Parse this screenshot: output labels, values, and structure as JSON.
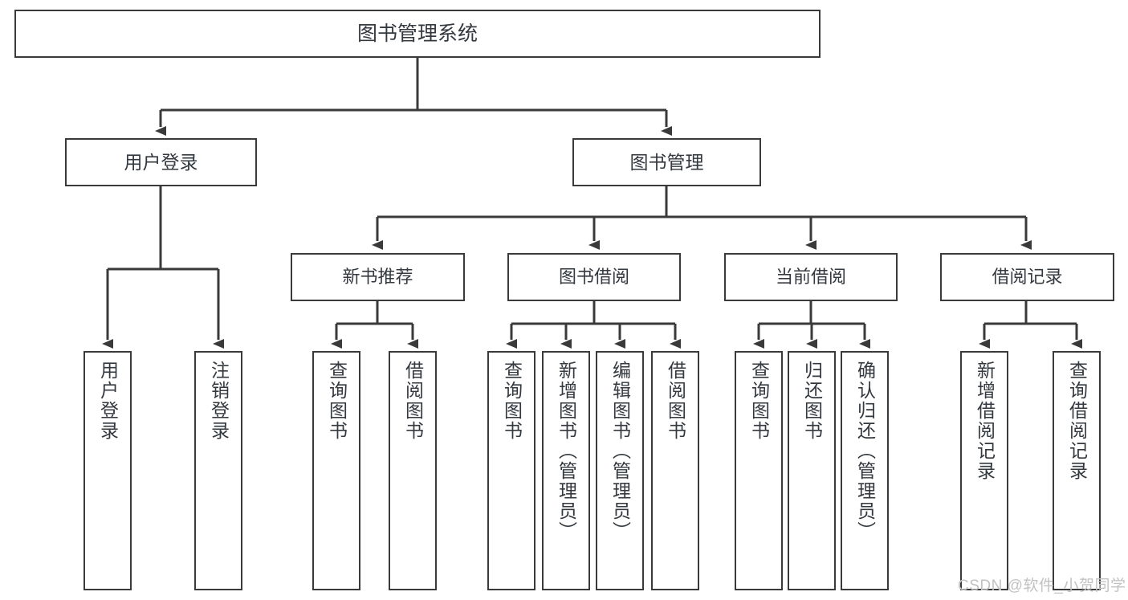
{
  "diagram": {
    "type": "tree-hierarchy-flowchart",
    "title": "图书管理系统",
    "style": {
      "background": "#ffffff",
      "line_color": "#3a3a3a",
      "box_border": "#3a3a3a",
      "box_fill": "#ffffff",
      "text_color": "#33393f",
      "watermark_color": "#c2c2c2"
    },
    "watermark": "CSDN @软件_小贺同学",
    "levels": {
      "root": {
        "label": "图书管理系统"
      },
      "level2": [
        {
          "id": "user-login",
          "label": "用户登录"
        },
        {
          "id": "book-manage",
          "label": "图书管理"
        }
      ],
      "level3": [
        {
          "id": "new-book-recommend",
          "label": "新书推荐",
          "parent": "book-manage"
        },
        {
          "id": "book-borrow",
          "label": "图书借阅",
          "parent": "book-manage"
        },
        {
          "id": "current-borrow",
          "label": "当前借阅",
          "parent": "book-manage"
        },
        {
          "id": "borrow-record",
          "label": "借阅记录",
          "parent": "book-manage"
        }
      ],
      "leaves": [
        {
          "id": "leaf-user-login",
          "label": "用户登录",
          "parent": "user-login"
        },
        {
          "id": "leaf-logout",
          "label": "注销登录",
          "parent": "user-login"
        },
        {
          "id": "leaf-query-book-1",
          "label": "查询图书",
          "parent": "new-book-recommend"
        },
        {
          "id": "leaf-borrow-book-1",
          "label": "借阅图书",
          "parent": "new-book-recommend"
        },
        {
          "id": "leaf-query-book-2",
          "label": "查询图书",
          "parent": "book-borrow"
        },
        {
          "id": "leaf-add-book",
          "label": "新增图书（管理员）",
          "parent": "book-borrow"
        },
        {
          "id": "leaf-edit-book",
          "label": "编辑图书（管理员）",
          "parent": "book-borrow"
        },
        {
          "id": "leaf-borrow-book-2",
          "label": "借阅图书",
          "parent": "book-borrow"
        },
        {
          "id": "leaf-query-book-3",
          "label": "查询图书",
          "parent": "current-borrow"
        },
        {
          "id": "leaf-return-book",
          "label": "归还图书",
          "parent": "current-borrow"
        },
        {
          "id": "leaf-confirm-return",
          "label": "确认归还（管理员）",
          "parent": "current-borrow"
        },
        {
          "id": "leaf-add-record",
          "label": "新增借阅记录",
          "parent": "borrow-record"
        },
        {
          "id": "leaf-query-record",
          "label": "查询借阅记录",
          "parent": "borrow-record"
        }
      ]
    }
  }
}
